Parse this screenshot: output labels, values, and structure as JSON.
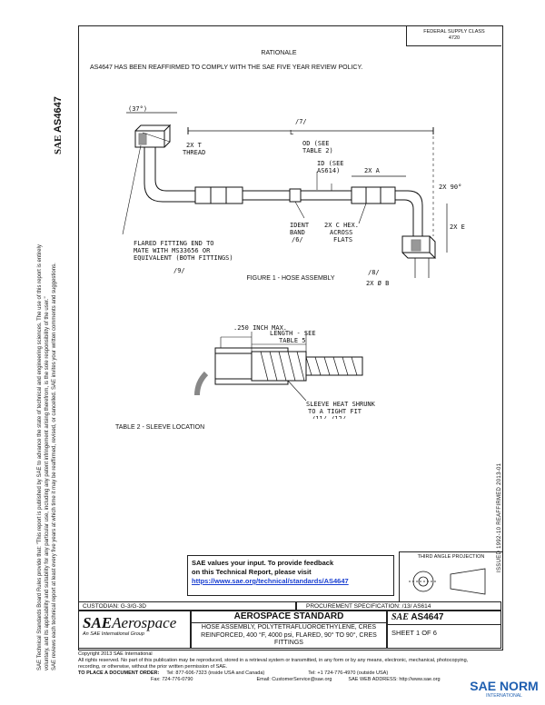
{
  "header": {
    "fedcode": "FEDERAL SUPPLY CLASS",
    "fedclass": "4720",
    "rationale_title": "RATIONALE",
    "rationale_text": "AS4647 HAS BEEN REAFFIRMED TO COMPLY WITH THE SAE FIVE YEAR REVIEW POLICY."
  },
  "doc_id_vertical": "AS4647",
  "side_notice": [
    "SAE Technical Standards Board Rules provide that: \"This report is published by SAE to advance the state of technical and engineering sciences. The use of this report is entirely",
    "voluntary, and its applicability and suitability for any particular use, including any patent infringement arising therefrom, is the sole responsibility of the user.\"",
    "SAE reviews each technical report at least every five years at which time it may be reaffirmed, revised, or cancelled. SAE invites your written comments and suggestions."
  ],
  "right_vertical": "ISSUED 1992-10     REAFFIRMED 2013-01",
  "figure1": {
    "labels": {
      "dim37": "(37°)",
      "L": "L",
      "seven": "/7/",
      "thread": "2X T\nTHREAD",
      "od": "OD (SEE\nTABLE 2)",
      "id": "ID (SEE\nAS614)",
      "twoxa": "2X A",
      "twox90": "2X 90°",
      "twoxe": "2X E",
      "flared": "FLARED FITTING END TO\nMATE WITH MS33656 OR\nEQUIVALENT (BOTH FITTINGS)",
      "nine": "/9/",
      "ident": "IDENT\nBAND\n/6/",
      "hex": "2X C HEX.\nACROSS\nFLATS",
      "eight": "/8/",
      "twoxb": "2X Ø B"
    },
    "caption": "FIGURE 1 - HOSE ASSEMBLY"
  },
  "figure2": {
    "labels": {
      "max": ".250 INCH MAX.",
      "length": "LENGTH - SEE\nTABLE 5",
      "sleeve": "SLEEVE HEAT SHRUNK\nTO A TIGHT FIT\n/11/ /12/"
    },
    "caption": "TABLE 2 - SLEEVE LOCATION"
  },
  "feedback": {
    "line1": "SAE values your input. To provide feedback",
    "line2": "on this Technical Report, please visit",
    "link": "https://www.sae.org/technical/standards/AS4647"
  },
  "projection_label": "THIRD ANGLE PROJECTION",
  "title_block": {
    "custodian": "CUSTODIAN: G-3/G-3D",
    "procurement": "PROCUREMENT SPECIFICATION: /13/ AS614",
    "brand_sae": "SAE",
    "brand_aero": "Aerospace",
    "brand_sub": "An SAE International Group",
    "standard": "AEROSPACE STANDARD",
    "desc": "HOSE ASSEMBLY, POLYTETRAFLUOROETHYLENE, CRES REINFORCED, 400 °F, 4000 psi, FLARED, 90° TO 90°, CRES FITTINGS",
    "doc_prefix": "SAE",
    "doc_no": "AS4647",
    "sheet": "SHEET 1 OF 6"
  },
  "footer": {
    "copyright": "Copyright 2013 SAE International",
    "rights": "All rights reserved. No part of this publication may be reproduced, stored in a retrieval system or transmitted, in any form or by any means, electronic, mechanical, photocopying,",
    "rights2": "recording, or otherwise, without the prior written permission of SAE.",
    "order": "TO PLACE A DOCUMENT ORDER:",
    "tel1": "Tel: 877-606-7323 (inside USA and Canada)",
    "tel2": "Tel: +1 724-776-4970 (outside USA)",
    "fax": "Fax: 724-776-0790",
    "email": "Email: CustomerService@sae.org",
    "web": "SAE WEB ADDRESS: http://www.sae.org"
  },
  "watermark": {
    "logo": "SAE NORM",
    "sub": "INTERNATIONAL"
  }
}
